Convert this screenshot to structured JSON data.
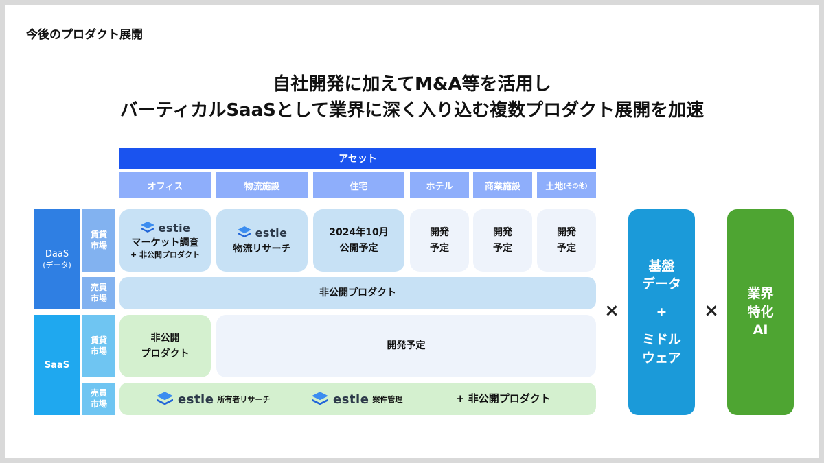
{
  "page_title": "今後のプロダクト展開",
  "headline": {
    "line1": "自社開発に加えてM&A等を活用し",
    "line2": "バーティカルSaaSとして業界に深く入り込む複数プロダクト展開を加速"
  },
  "asset_header": "アセット",
  "columns": [
    "オフィス",
    "物流施設",
    "住宅",
    "ホテル",
    "商業施設",
    "土地"
  ],
  "column_suffix": "(その他)",
  "side": {
    "daas": {
      "name": "DaaS",
      "sub": "(データ)"
    },
    "saas": {
      "name": "SaaS"
    }
  },
  "row_labels": {
    "rent_line1": "賃貸",
    "rent_line2": "市場",
    "sale_line1": "売買",
    "sale_line2": "市場"
  },
  "brand": "estie",
  "daas_rent": {
    "office_product": "マーケット調査",
    "office_note": "+ 非公開プロダクト",
    "logistics_product": "物流リサーチ",
    "housing_line1": "2024年10月",
    "housing_line2": "公開予定",
    "planned_line1": "開発",
    "planned_line2": "予定"
  },
  "daas_sale": "非公開プロダクト",
  "saas_rent": {
    "office_line1": "非公開",
    "office_line2": "プロダクト",
    "others": "開発予定"
  },
  "saas_sale": {
    "product1": "所有者リサーチ",
    "product2": "案件管理",
    "extra": "+ 非公開プロダクト"
  },
  "operators": {
    "times": "×",
    "plus": "+"
  },
  "foundation": {
    "line1": "基盤",
    "line2": "データ",
    "line3": "ミドル",
    "line4": "ウェア"
  },
  "ai": {
    "line1": "業界",
    "line2": "特化",
    "line3": "AI"
  },
  "colors": {
    "asset_blue": "#1a53ef",
    "column_blue": "#8eaefb",
    "daas_blue": "#2f7fe3",
    "saas_blue": "#1fa8ef",
    "daas_cell": "#c7e1f5",
    "planned_cell": "#eef3fb",
    "saas_green": "#d4f0cf",
    "foundation": "#1b9ad9",
    "ai_green": "#4ea532"
  }
}
